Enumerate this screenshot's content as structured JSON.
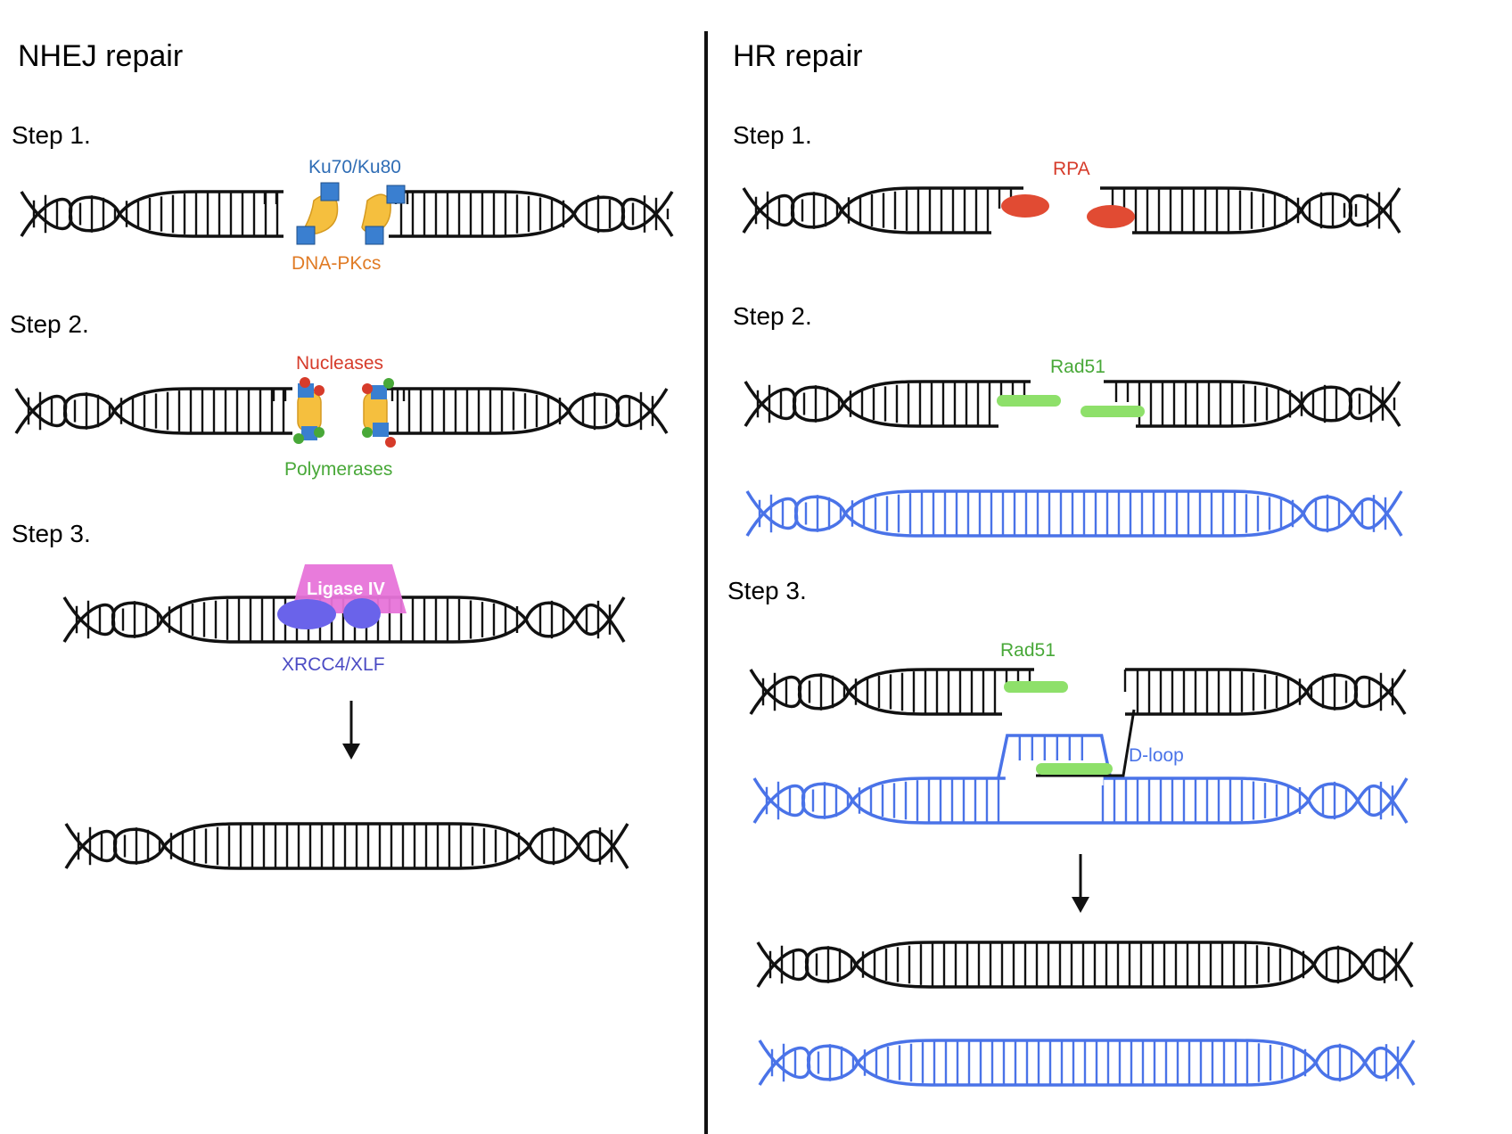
{
  "nhej": {
    "title": "NHEJ repair",
    "step1": {
      "label": "Step 1.",
      "ku": "Ku70/Ku80",
      "dnapk": "DNA-PKcs"
    },
    "step2": {
      "label": "Step 2.",
      "nucleases": "Nucleases",
      "polymerases": "Polymerases"
    },
    "step3": {
      "label": "Step 3.",
      "ligase": "Ligase IV",
      "xrcc": "XRCC4/XLF"
    }
  },
  "hr": {
    "title": "HR repair",
    "step1": {
      "label": "Step 1.",
      "rpa": "RPA"
    },
    "step2": {
      "label": "Step 2.",
      "rad51": "Rad51"
    },
    "step3": {
      "label": "Step 3.",
      "rad51": "Rad51",
      "dloop": "D-loop"
    }
  },
  "colors": {
    "dna": "#111111",
    "donor_dna": "#4a73e8",
    "ku_label": "#2f6db5",
    "dnapk_label": "#e07b25",
    "nucleases_label": "#d63b2a",
    "polymerases_label": "#48a838",
    "xrcc_label": "#4b4bc4",
    "rpa": "#e14b33",
    "rad51": "#8ee06a",
    "rad51_label": "#48a838",
    "ligase": "#e774d9",
    "xrcc": "#6a63ea",
    "ku_square": "#3a7fd0",
    "dnapk_shape": "#f5bf3e"
  },
  "icons": {
    "arrow": "down-arrow-icon",
    "divider": "vertical-divider"
  }
}
